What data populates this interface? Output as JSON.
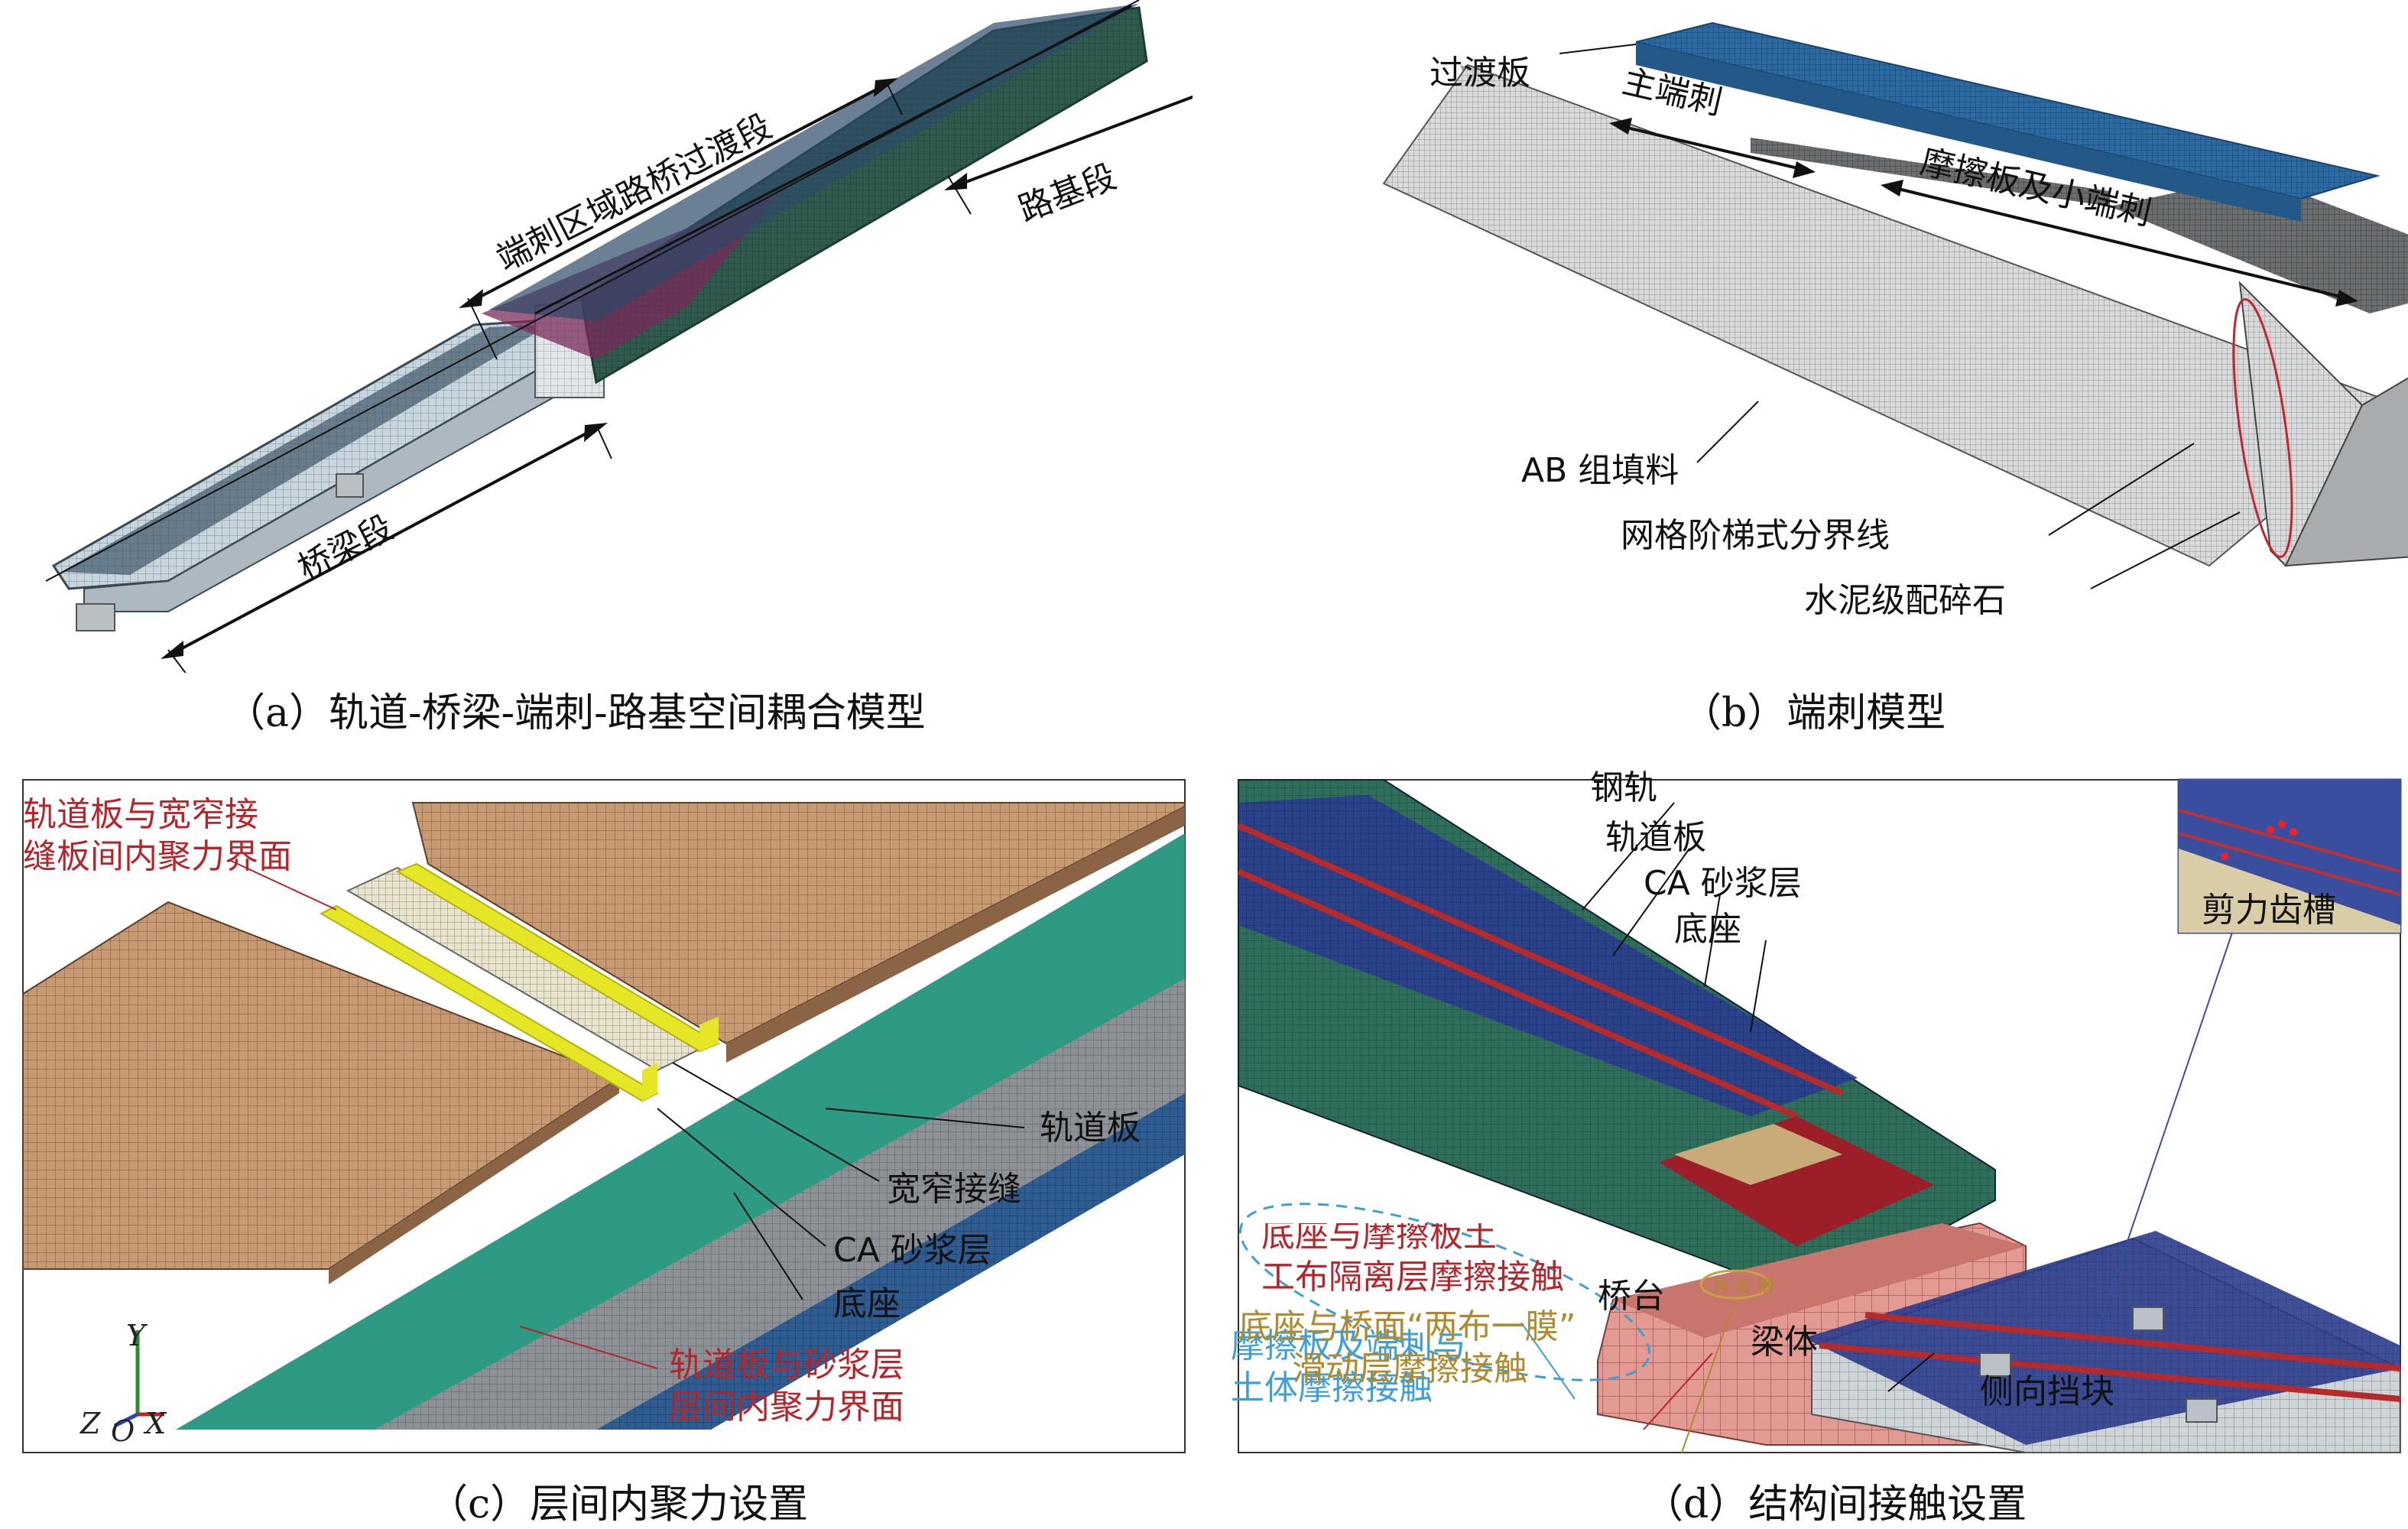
{
  "captions": {
    "a": "（a）轨道-桥梁-端刺-路基空间耦合模型",
    "b": "（b）端刺模型",
    "c": "（c）层间内聚力设置",
    "d": "（d）结构间接触设置"
  },
  "panel_a": {
    "transition": "端刺区域路桥过渡段",
    "subgrade": "路基段",
    "bridge": "桥梁段"
  },
  "panel_b": {
    "transition_slab": "过渡板",
    "main_anchor": "主端刺",
    "friction_plate": "摩擦板及小端刺",
    "ab_fill": "AB 组填料",
    "mesh_boundary": "网格阶梯式分界线",
    "cement_gravel": "水泥级配碎石"
  },
  "panel_c": {
    "cohesive_top_1": "轨道板与宽窄接",
    "cohesive_top_2": "缝板间内聚力界面",
    "track_slab": "轨道板",
    "joint": "宽窄接缝",
    "ca_mortar": "CA 砂浆层",
    "base": "底座",
    "cohesive_bottom_1": "轨道板与砂浆层",
    "cohesive_bottom_2": "层间内聚力界面",
    "axis_y": "Y",
    "axis_z": "Z",
    "axis_o": "O",
    "axis_x": "X"
  },
  "panel_d": {
    "rail": "钢轨",
    "track_slab": "轨道板",
    "ca_mortar": "CA 砂浆层",
    "base": "底座",
    "shear_groove": "剪力齿槽",
    "friction_soil_1": "摩擦板及端刺与",
    "friction_soil_2": "土体摩擦接触",
    "base_geotextile_1": "底座与摩擦板土",
    "base_geotextile_2": "工布隔离层摩擦接触",
    "sliding_1": "底座与桥面“两布一膜”",
    "sliding_2": "滑动层摩擦接触",
    "abutment": "桥台",
    "girder": "梁体",
    "lateral_block": "侧向挡块",
    "elliptic_tag": "剪 齿 槽"
  }
}
